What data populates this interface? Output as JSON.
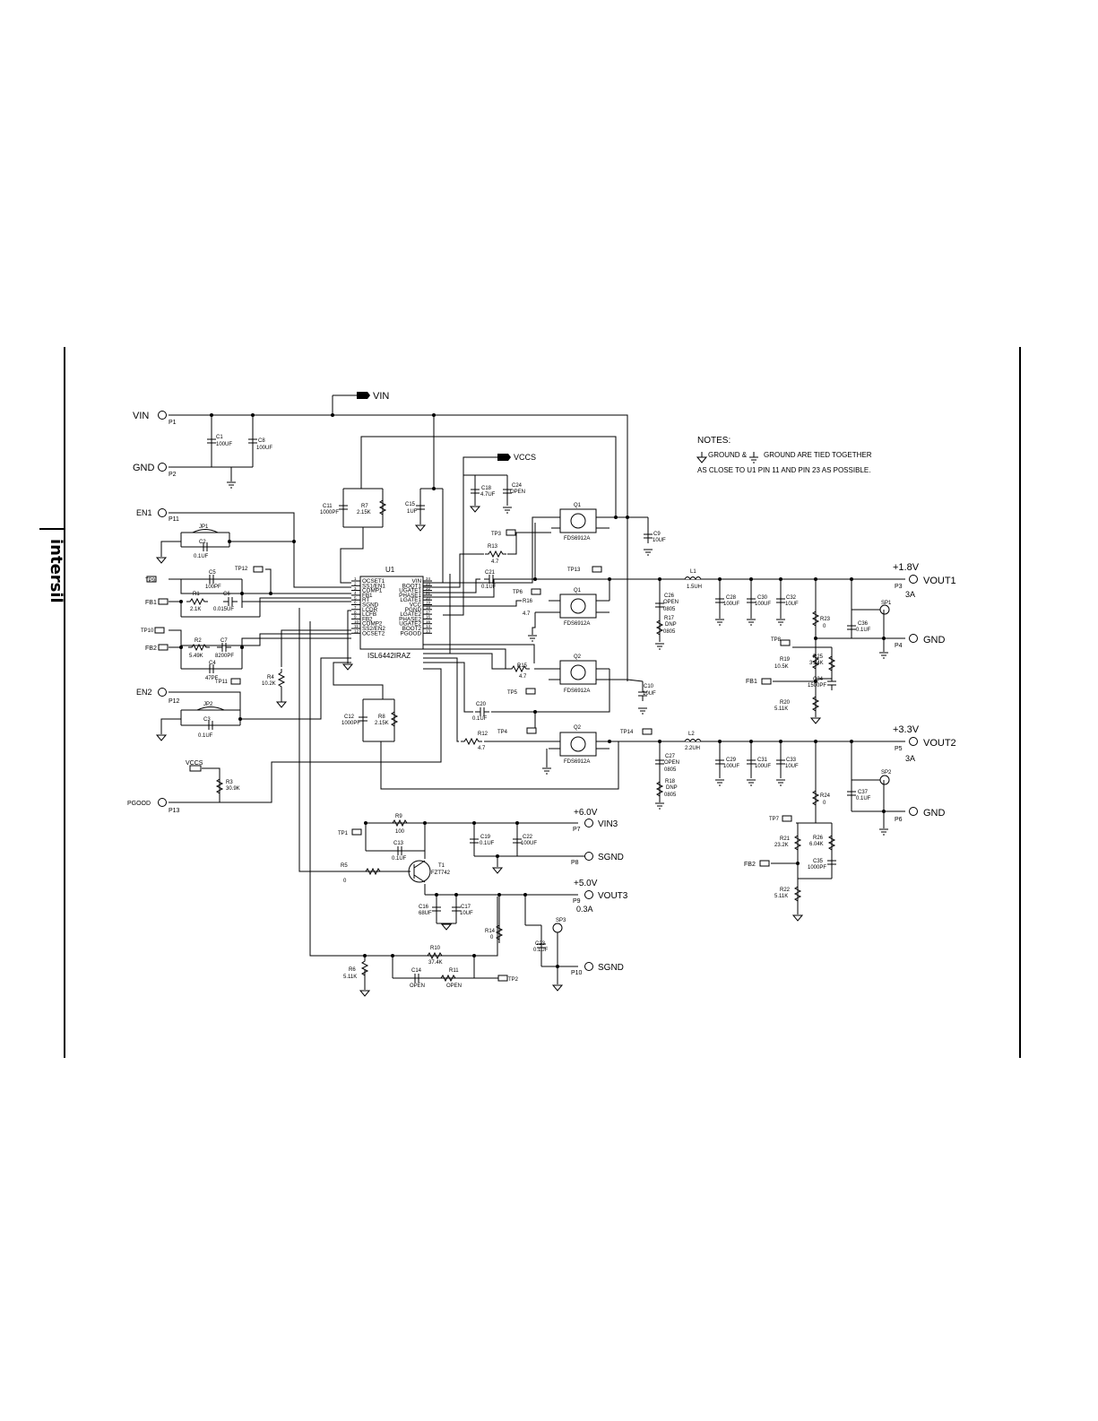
{
  "brand": {
    "logo": "intersil"
  },
  "ic": {
    "ref": "U1",
    "part": "ISL6442IRAZ",
    "left_pins": [
      {
        "num": "1",
        "name": "OCSET1"
      },
      {
        "num": "2",
        "name": "SS1/EN1"
      },
      {
        "num": "3",
        "name": "COMP1"
      },
      {
        "num": "4",
        "name": "FB1"
      },
      {
        "num": "5",
        "name": "RT"
      },
      {
        "num": "6",
        "name": "SGND"
      },
      {
        "num": "7",
        "name": "LCDR"
      },
      {
        "num": "8",
        "name": "LCFB"
      },
      {
        "num": "9",
        "name": "FB2"
      },
      {
        "num": "10",
        "name": "COMP2"
      },
      {
        "num": "11",
        "name": "SS2/EN2"
      },
      {
        "num": "12",
        "name": "OCSET2"
      }
    ],
    "right_pins": [
      {
        "num": "24",
        "name": "VIN"
      },
      {
        "num": "23",
        "name": "BOOT1"
      },
      {
        "num": "22",
        "name": "UGATE1"
      },
      {
        "num": "21",
        "name": "PHASE1"
      },
      {
        "num": "20",
        "name": "LGATE1"
      },
      {
        "num": "19",
        "name": "VCC"
      },
      {
        "num": "18",
        "name": "PGND"
      },
      {
        "num": "17",
        "name": "LGATE2"
      },
      {
        "num": "16",
        "name": "PHASE2"
      },
      {
        "num": "15",
        "name": "UGATE2"
      },
      {
        "num": "14",
        "name": "BOOT2"
      },
      {
        "num": "13",
        "name": "PGOOD"
      }
    ]
  },
  "notes": {
    "title": "NOTES:",
    "line1_a": "GROUND &",
    "line1_b": "GROUND ARE TIED TOGETHER",
    "line2": "AS CLOSE TO U1 PIN 11 AND PIN 23 AS POSSIBLE."
  },
  "ports": {
    "vin_arrow": "VIN",
    "vccs_arrow": "VCCS",
    "vccs_arrow2": "VCCS",
    "vin": {
      "name": "VIN",
      "ref": "P1"
    },
    "gnd_in": {
      "name": "GND",
      "ref": "P2"
    },
    "en1": {
      "name": "EN1",
      "ref": "P11"
    },
    "en2": {
      "name": "EN2",
      "ref": "P12"
    },
    "pgood": {
      "name": "PGOOD",
      "ref": "P13"
    },
    "fb1_in": "FB1",
    "fb2_in": "FB2",
    "fb1_out": "FB1",
    "fb2_out": "FB2",
    "vout1": {
      "voltage": "+1.8V",
      "name": "VOUT1",
      "ref": "P3",
      "current": "3A"
    },
    "gnd1": {
      "name": "GND",
      "ref": "P4"
    },
    "vout2": {
      "voltage": "+3.3V",
      "name": "VOUT2",
      "ref": "P5",
      "current": "3A"
    },
    "gnd2": {
      "name": "GND",
      "ref": "P6"
    },
    "vin3": {
      "voltage": "+6.0V",
      "name": "VIN3",
      "ref": "P7"
    },
    "sgnd1": {
      "name": "SGND",
      "ref": "P8"
    },
    "vout3": {
      "voltage": "+5.0V",
      "name": "VOUT3",
      "ref": "P9",
      "current": "0.3A"
    },
    "sgnd2": {
      "name": "SGND",
      "ref": "P10"
    }
  },
  "components": {
    "C1": {
      "ref": "C1",
      "value": "100UF"
    },
    "C8": {
      "ref": "C8",
      "value": "100UF"
    },
    "C11": {
      "ref": "C11",
      "value": "1000PF"
    },
    "R7": {
      "ref": "R7",
      "value": "2.15K"
    },
    "C15": {
      "ref": "C15",
      "value": "1UF"
    },
    "C18": {
      "ref": "C18",
      "value": "4.7UF"
    },
    "C24": {
      "ref": "C24",
      "value": "OPEN"
    },
    "JP1": {
      "ref": "JP1"
    },
    "C2": {
      "ref": "C2",
      "value": "0.1UF"
    },
    "C5": {
      "ref": "C5",
      "value": "100PF"
    },
    "R1": {
      "ref": "R1",
      "value": "2.1K"
    },
    "C6": {
      "ref": "C6",
      "value": "0.015UF"
    },
    "R2": {
      "ref": "R2",
      "value": "5.49K"
    },
    "C7": {
      "ref": "C7",
      "value": "8200PF"
    },
    "C4": {
      "ref": "C4",
      "value": "47PF"
    },
    "R4": {
      "ref": "R4",
      "value": "10.2K"
    },
    "JP2": {
      "ref": "JP2"
    },
    "C3": {
      "ref": "C3",
      "value": "0.1UF"
    },
    "C12": {
      "ref": "C12",
      "value": "1000PF"
    },
    "R8": {
      "ref": "R8",
      "value": "2.15K"
    },
    "R3": {
      "ref": "R3",
      "value": "30.9K"
    },
    "R13": {
      "ref": "R13",
      "value": "4.7"
    },
    "C21": {
      "ref": "C21",
      "value": "0.1UF"
    },
    "R16": {
      "ref": "R16",
      "value": "4.7"
    },
    "R15": {
      "ref": "R15",
      "value": "4.7"
    },
    "C20": {
      "ref": "C20",
      "value": "0.1UF"
    },
    "R12": {
      "ref": "R12",
      "value": "4.7"
    },
    "Q1a": {
      "ref": "Q1",
      "value": "FDS6912A"
    },
    "Q1b": {
      "ref": "Q1",
      "value": "FDS6912A"
    },
    "Q2a": {
      "ref": "Q2",
      "value": "FDS6912A"
    },
    "Q2b": {
      "ref": "Q2",
      "value": "FDS6912A"
    },
    "C9": {
      "ref": "C9",
      "value": "10UF"
    },
    "C10": {
      "ref": "C10",
      "value": "10UF"
    },
    "L1": {
      "ref": "L1",
      "value": "1.5UH"
    },
    "L2": {
      "ref": "L2",
      "value": "2.2UH"
    },
    "C26": {
      "ref": "C26",
      "value": "OPEN",
      "extra": "0805"
    },
    "R17": {
      "ref": "R17",
      "value": "DNP",
      "extra": "0805"
    },
    "C28": {
      "ref": "C28",
      "value": "100UF"
    },
    "C30": {
      "ref": "C30",
      "value": "100UF"
    },
    "C32": {
      "ref": "C32",
      "value": "10UF"
    },
    "R23": {
      "ref": "R23",
      "value": "0"
    },
    "C36": {
      "ref": "C36",
      "value": "0.1UF"
    },
    "R19": {
      "ref": "R19",
      "value": "10.5K"
    },
    "R25": {
      "ref": "R25",
      "value": "3.24K"
    },
    "C34": {
      "ref": "C34",
      "value": "1500PF"
    },
    "R20": {
      "ref": "R20",
      "value": "5.11K"
    },
    "C27": {
      "ref": "C27",
      "value": "OPEN",
      "extra": "0805"
    },
    "R18": {
      "ref": "R18",
      "value": "DNP",
      "extra": "0805"
    },
    "C29": {
      "ref": "C29",
      "value": "100UF"
    },
    "C31": {
      "ref": "C31",
      "value": "100UF"
    },
    "C33": {
      "ref": "C33",
      "value": "10UF"
    },
    "R24": {
      "ref": "R24",
      "value": "0"
    },
    "C37": {
      "ref": "C37",
      "value": "0.1UF"
    },
    "R21": {
      "ref": "R21",
      "value": "23.2K"
    },
    "R26": {
      "ref": "R26",
      "value": "6.04K"
    },
    "C35": {
      "ref": "C35",
      "value": "1000PF"
    },
    "R22": {
      "ref": "R22",
      "value": "5.11K"
    },
    "R9": {
      "ref": "R9",
      "value": "100"
    },
    "C13": {
      "ref": "C13",
      "value": "0.1UF"
    },
    "C19": {
      "ref": "C19",
      "value": "0.1UF"
    },
    "C22": {
      "ref": "C22",
      "value": "100UF"
    },
    "R5": {
      "ref": "R5",
      "value": "0"
    },
    "T1": {
      "ref": "T1",
      "value": "FZT742"
    },
    "C16": {
      "ref": "C16",
      "value": "68UF"
    },
    "C17": {
      "ref": "C17",
      "value": "10UF"
    },
    "R14": {
      "ref": "R14",
      "value": "0"
    },
    "C23": {
      "ref": "C23",
      "value": "0.1UF"
    },
    "R10": {
      "ref": "R10",
      "value": "37.4K"
    },
    "R6": {
      "ref": "R6",
      "value": "5.11K"
    },
    "C14": {
      "ref": "C14",
      "value": "OPEN"
    },
    "R11": {
      "ref": "R11",
      "value": "OPEN"
    }
  },
  "test_points": {
    "TP1": "TP1",
    "TP2": "TP2",
    "TP3": "TP3",
    "TP4": "TP4",
    "TP5": "TP5",
    "TP6": "TP6",
    "TP7": "TP7",
    "TP8": "TP8",
    "TP9": "TP9",
    "TP10": "TP10",
    "TP11": "TP11",
    "TP12": "TP12",
    "TP13": "TP13",
    "TP14": "TP14",
    "SP1": "SP1",
    "SP2": "SP2",
    "SP3": "SP3"
  }
}
